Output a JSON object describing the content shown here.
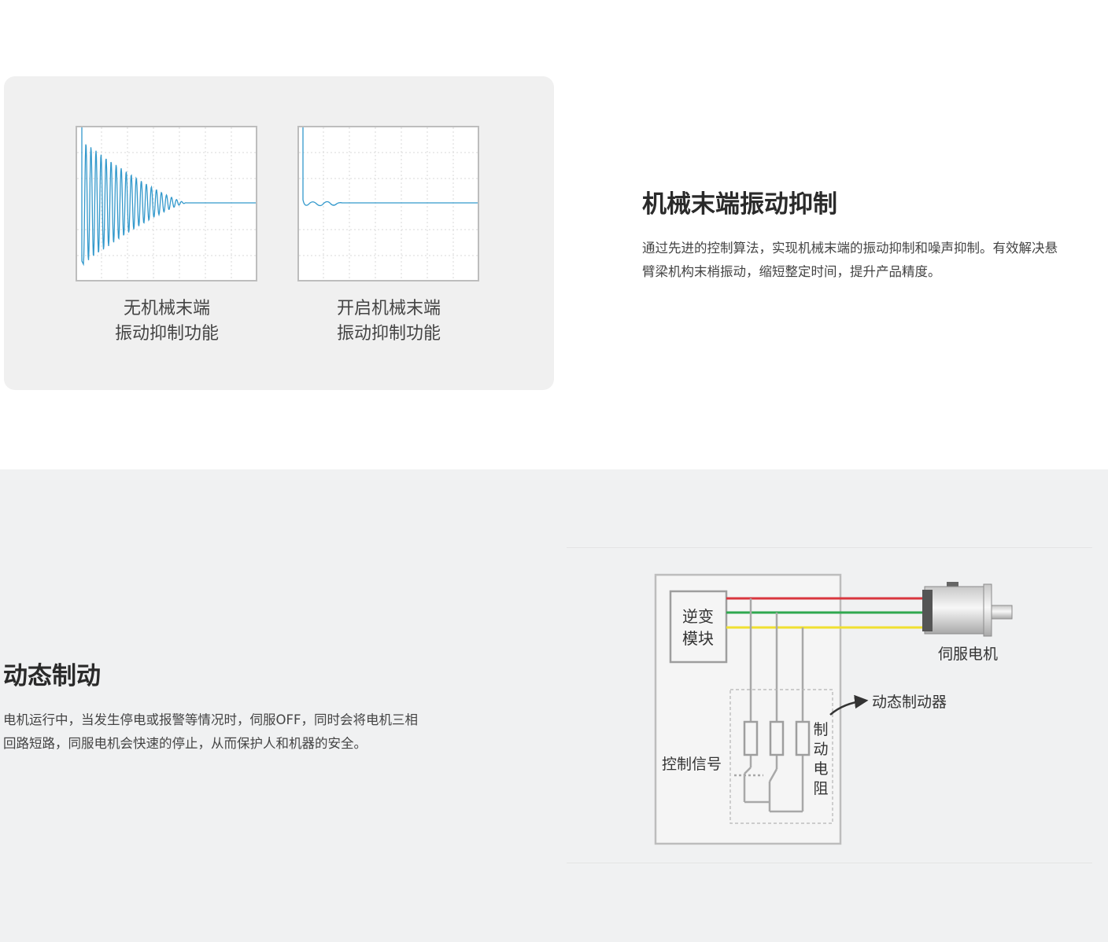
{
  "vibration": {
    "title": "机械末端振动抑制",
    "description_lines": [
      "通过先进的控制算法，实现机械末端的振动抑制和噪声抑制。有效解决悬",
      "臂梁机构末梢振动，缩短整定时间，提升产品精度。"
    ],
    "plots": [
      {
        "caption_line1": "无机械末端",
        "caption_line2": "振动抑制功能"
      },
      {
        "caption_line1": "开启机械末端",
        "caption_line2": "振动抑制功能"
      }
    ]
  },
  "braking": {
    "title": "动态制动",
    "description_lines": [
      "电机运行中，当发生停电或报警等情况时，伺服OFF，同时会将电机三相",
      "回路短路，同服电机会快速的停止，从而保护人和机器的安全。"
    ],
    "diagram": {
      "inverter_line1": "逆变",
      "inverter_line2": "模块",
      "motor_label": "伺服电机",
      "dynamic_brake_label": "动态制动器",
      "control_signal_label": "控制信号",
      "resistor_label_chars": [
        "制",
        "动",
        "电",
        "阻"
      ]
    }
  },
  "colors": {
    "signal_blue": "#3399cc",
    "wire_red": "#d9363e",
    "wire_green": "#2fa84f",
    "wire_yellow": "#f0e030",
    "panel_gray": "#f0f0f0",
    "section_gray": "#f0f1f2"
  }
}
